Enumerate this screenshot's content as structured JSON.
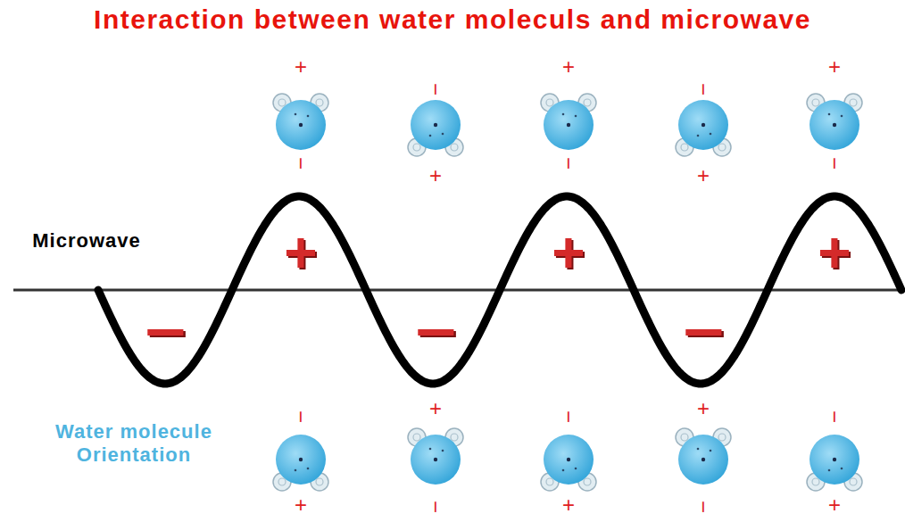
{
  "diagram": {
    "title": "Interaction between water moleculs and microwave",
    "labels": [
      "Microwave",
      "Water molecule Orientation",
      "+",
      "−",
      "−",
      "+",
      "+",
      "−",
      "−",
      "+",
      "+",
      "−",
      "−",
      "+",
      "−",
      "+",
      "−",
      "+",
      "−",
      "+",
      "+",
      "−",
      "−",
      "+",
      "+",
      "−",
      "−",
      "+"
    ]
  }
}
